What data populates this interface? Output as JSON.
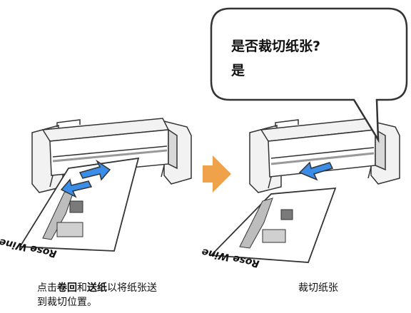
{
  "colors": {
    "outline": "#333333",
    "printer_body": "#f2f2f2",
    "printer_shade": "#d9d9d9",
    "arrow_blue": "#3b8ee8",
    "step_arrow_orange": "#f0a24a"
  },
  "bubble": {
    "question": "是否裁切纸张?",
    "answer": "是"
  },
  "left_caption": {
    "prefix": "点击",
    "key1": "卷回",
    "and": "和",
    "key2": "送纸",
    "suffix_line1": "以将纸张送",
    "line2": "到裁切位置。"
  },
  "right_caption": "裁切纸张",
  "paper_label": "Rose Wine"
}
